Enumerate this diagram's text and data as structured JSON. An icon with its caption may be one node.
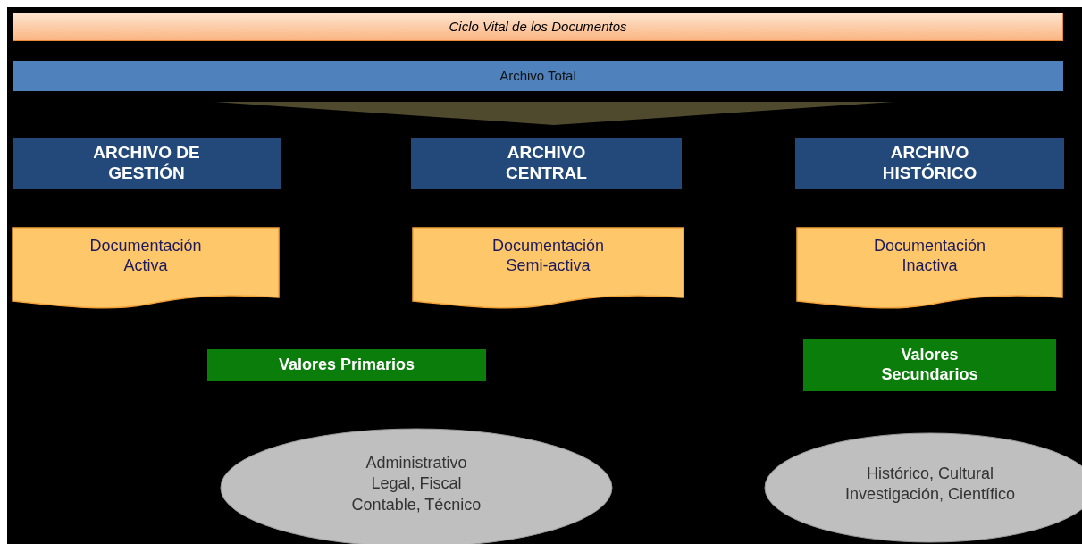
{
  "diagram": {
    "nodes": [
      {
        "text": [
          "Ciclo Vital de los Documentos"
        ]
      },
      {
        "text": [
          "Archivo Total"
        ]
      },
      {
        "text": [],
        "shape": "triangle"
      },
      {
        "text": [
          "ARCHIVO DE GESTIÓN"
        ]
      },
      {
        "text": [
          "ARCHIVO CENTRAL"
        ]
      },
      {
        "text": [
          "ARCHIVO HISTÓRICO"
        ]
      },
      {
        "text": [
          "Documentación Activa"
        ]
      },
      {
        "text": [
          "Documentación Semi-activa"
        ]
      },
      {
        "text": [
          "Documentación Inactiva"
        ]
      },
      {
        "text": [
          "Valores Primarios"
        ]
      },
      {
        "text": [
          "Valores Secundarios"
        ]
      },
      {
        "text": [
          "Administrativo Legal, Fiscal Contable, Técnico"
        ]
      },
      {
        "text": [
          "Histórico, Cultural Investigación, Científico"
        ]
      }
    ]
  }
}
